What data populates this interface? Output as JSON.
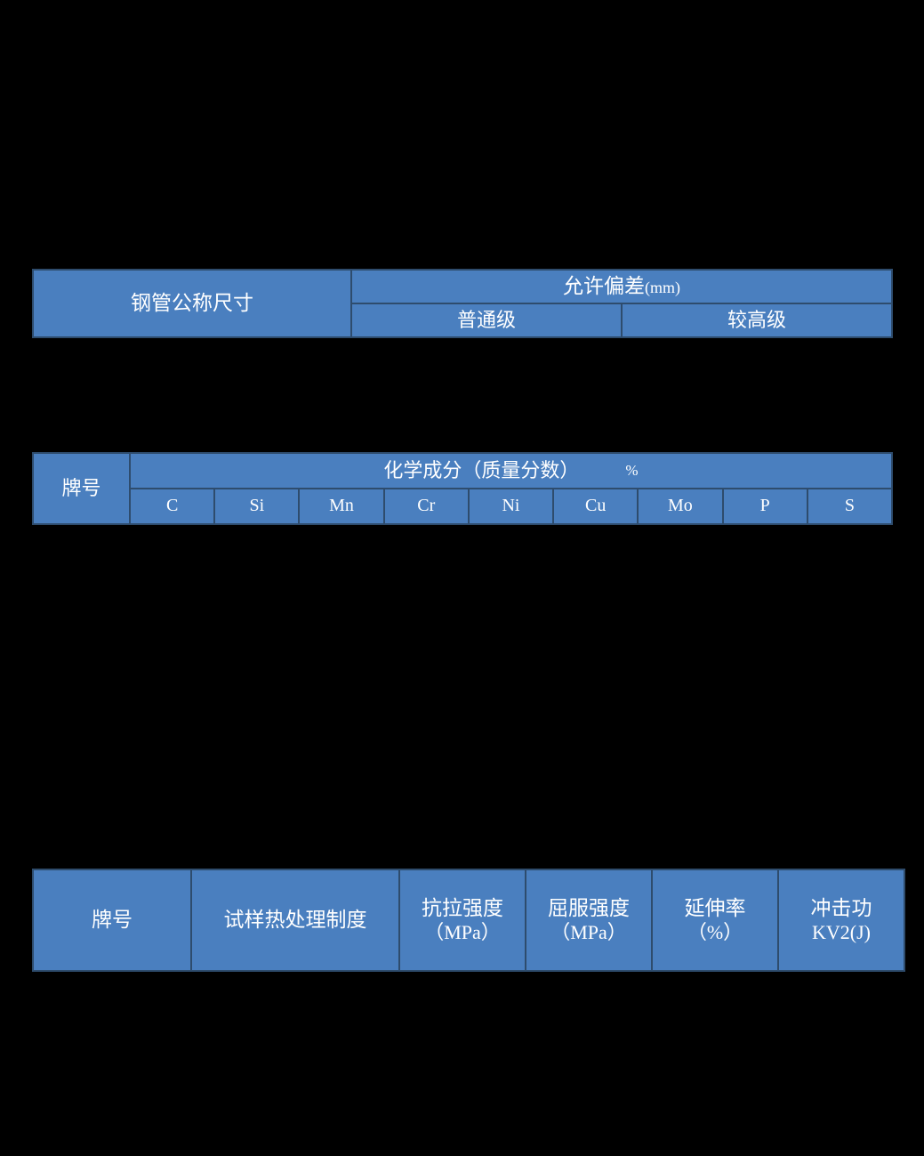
{
  "page": {
    "background_color": "#000000",
    "table_fill_color": "#4a7fbf",
    "table_border_color": "#2e4c6d",
    "text_color": "#ffffff"
  },
  "tables": {
    "tolerance": {
      "name": "steel-pipe-dimension-tolerance-header",
      "size_header": "钢管公称尺寸",
      "deviation_header": "允许偏差",
      "deviation_unit": "(mm)",
      "grades": [
        "普通级",
        "较高级"
      ]
    },
    "chemical": {
      "name": "chemical-composition-header",
      "brand_header": "牌号",
      "composition_header": "化学成分（质量分数）",
      "composition_unit": "%",
      "elements": [
        "C",
        "Si",
        "Mn",
        "Cr",
        "Ni",
        "Cu",
        "Mo",
        "P",
        "S"
      ]
    },
    "mechanical": {
      "name": "mechanical-properties-header",
      "columns": [
        {
          "line1": "牌号",
          "line2": ""
        },
        {
          "line1": "试样热处理制度",
          "line2": ""
        },
        {
          "line1": "抗拉强度",
          "line2": "（MPa）"
        },
        {
          "line1": "屈服强度",
          "line2": "（MPa）"
        },
        {
          "line1": "延伸率",
          "line2": "（%）"
        },
        {
          "line1": "冲击功",
          "line2": "KV2(J)"
        }
      ]
    }
  }
}
